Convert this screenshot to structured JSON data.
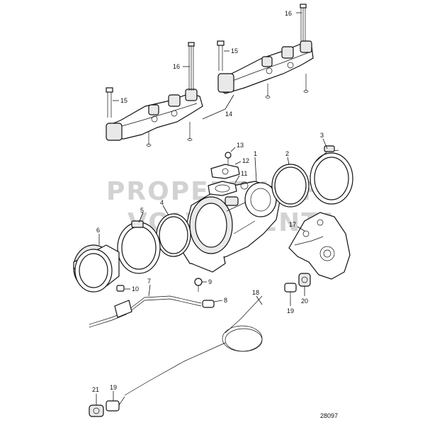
{
  "watermark": {
    "line1": "PROPERTY OF",
    "line2": "VOLVO PENTA"
  },
  "document_number": "28097",
  "callouts": [
    {
      "id": "c16a",
      "label": "16"
    },
    {
      "id": "c15a",
      "label": "15"
    },
    {
      "id": "c16b",
      "label": "16"
    },
    {
      "id": "c15b",
      "label": "15"
    },
    {
      "id": "c14",
      "label": "14"
    },
    {
      "id": "c13",
      "label": "13"
    },
    {
      "id": "c12",
      "label": "12"
    },
    {
      "id": "c11",
      "label": "11"
    },
    {
      "id": "c1",
      "label": "1"
    },
    {
      "id": "c2",
      "label": "2"
    },
    {
      "id": "c3",
      "label": "3"
    },
    {
      "id": "c4",
      "label": "4"
    },
    {
      "id": "c5",
      "label": "5"
    },
    {
      "id": "c6",
      "label": "6"
    },
    {
      "id": "c17",
      "label": "17"
    },
    {
      "id": "c10",
      "label": "10"
    },
    {
      "id": "c7",
      "label": "7"
    },
    {
      "id": "c9",
      "label": "9"
    },
    {
      "id": "c8",
      "label": "8"
    },
    {
      "id": "c18",
      "label": "18"
    },
    {
      "id": "c19a",
      "label": "19"
    },
    {
      "id": "c20",
      "label": "20"
    },
    {
      "id": "c21",
      "label": "21"
    },
    {
      "id": "c19b",
      "label": "19"
    }
  ]
}
